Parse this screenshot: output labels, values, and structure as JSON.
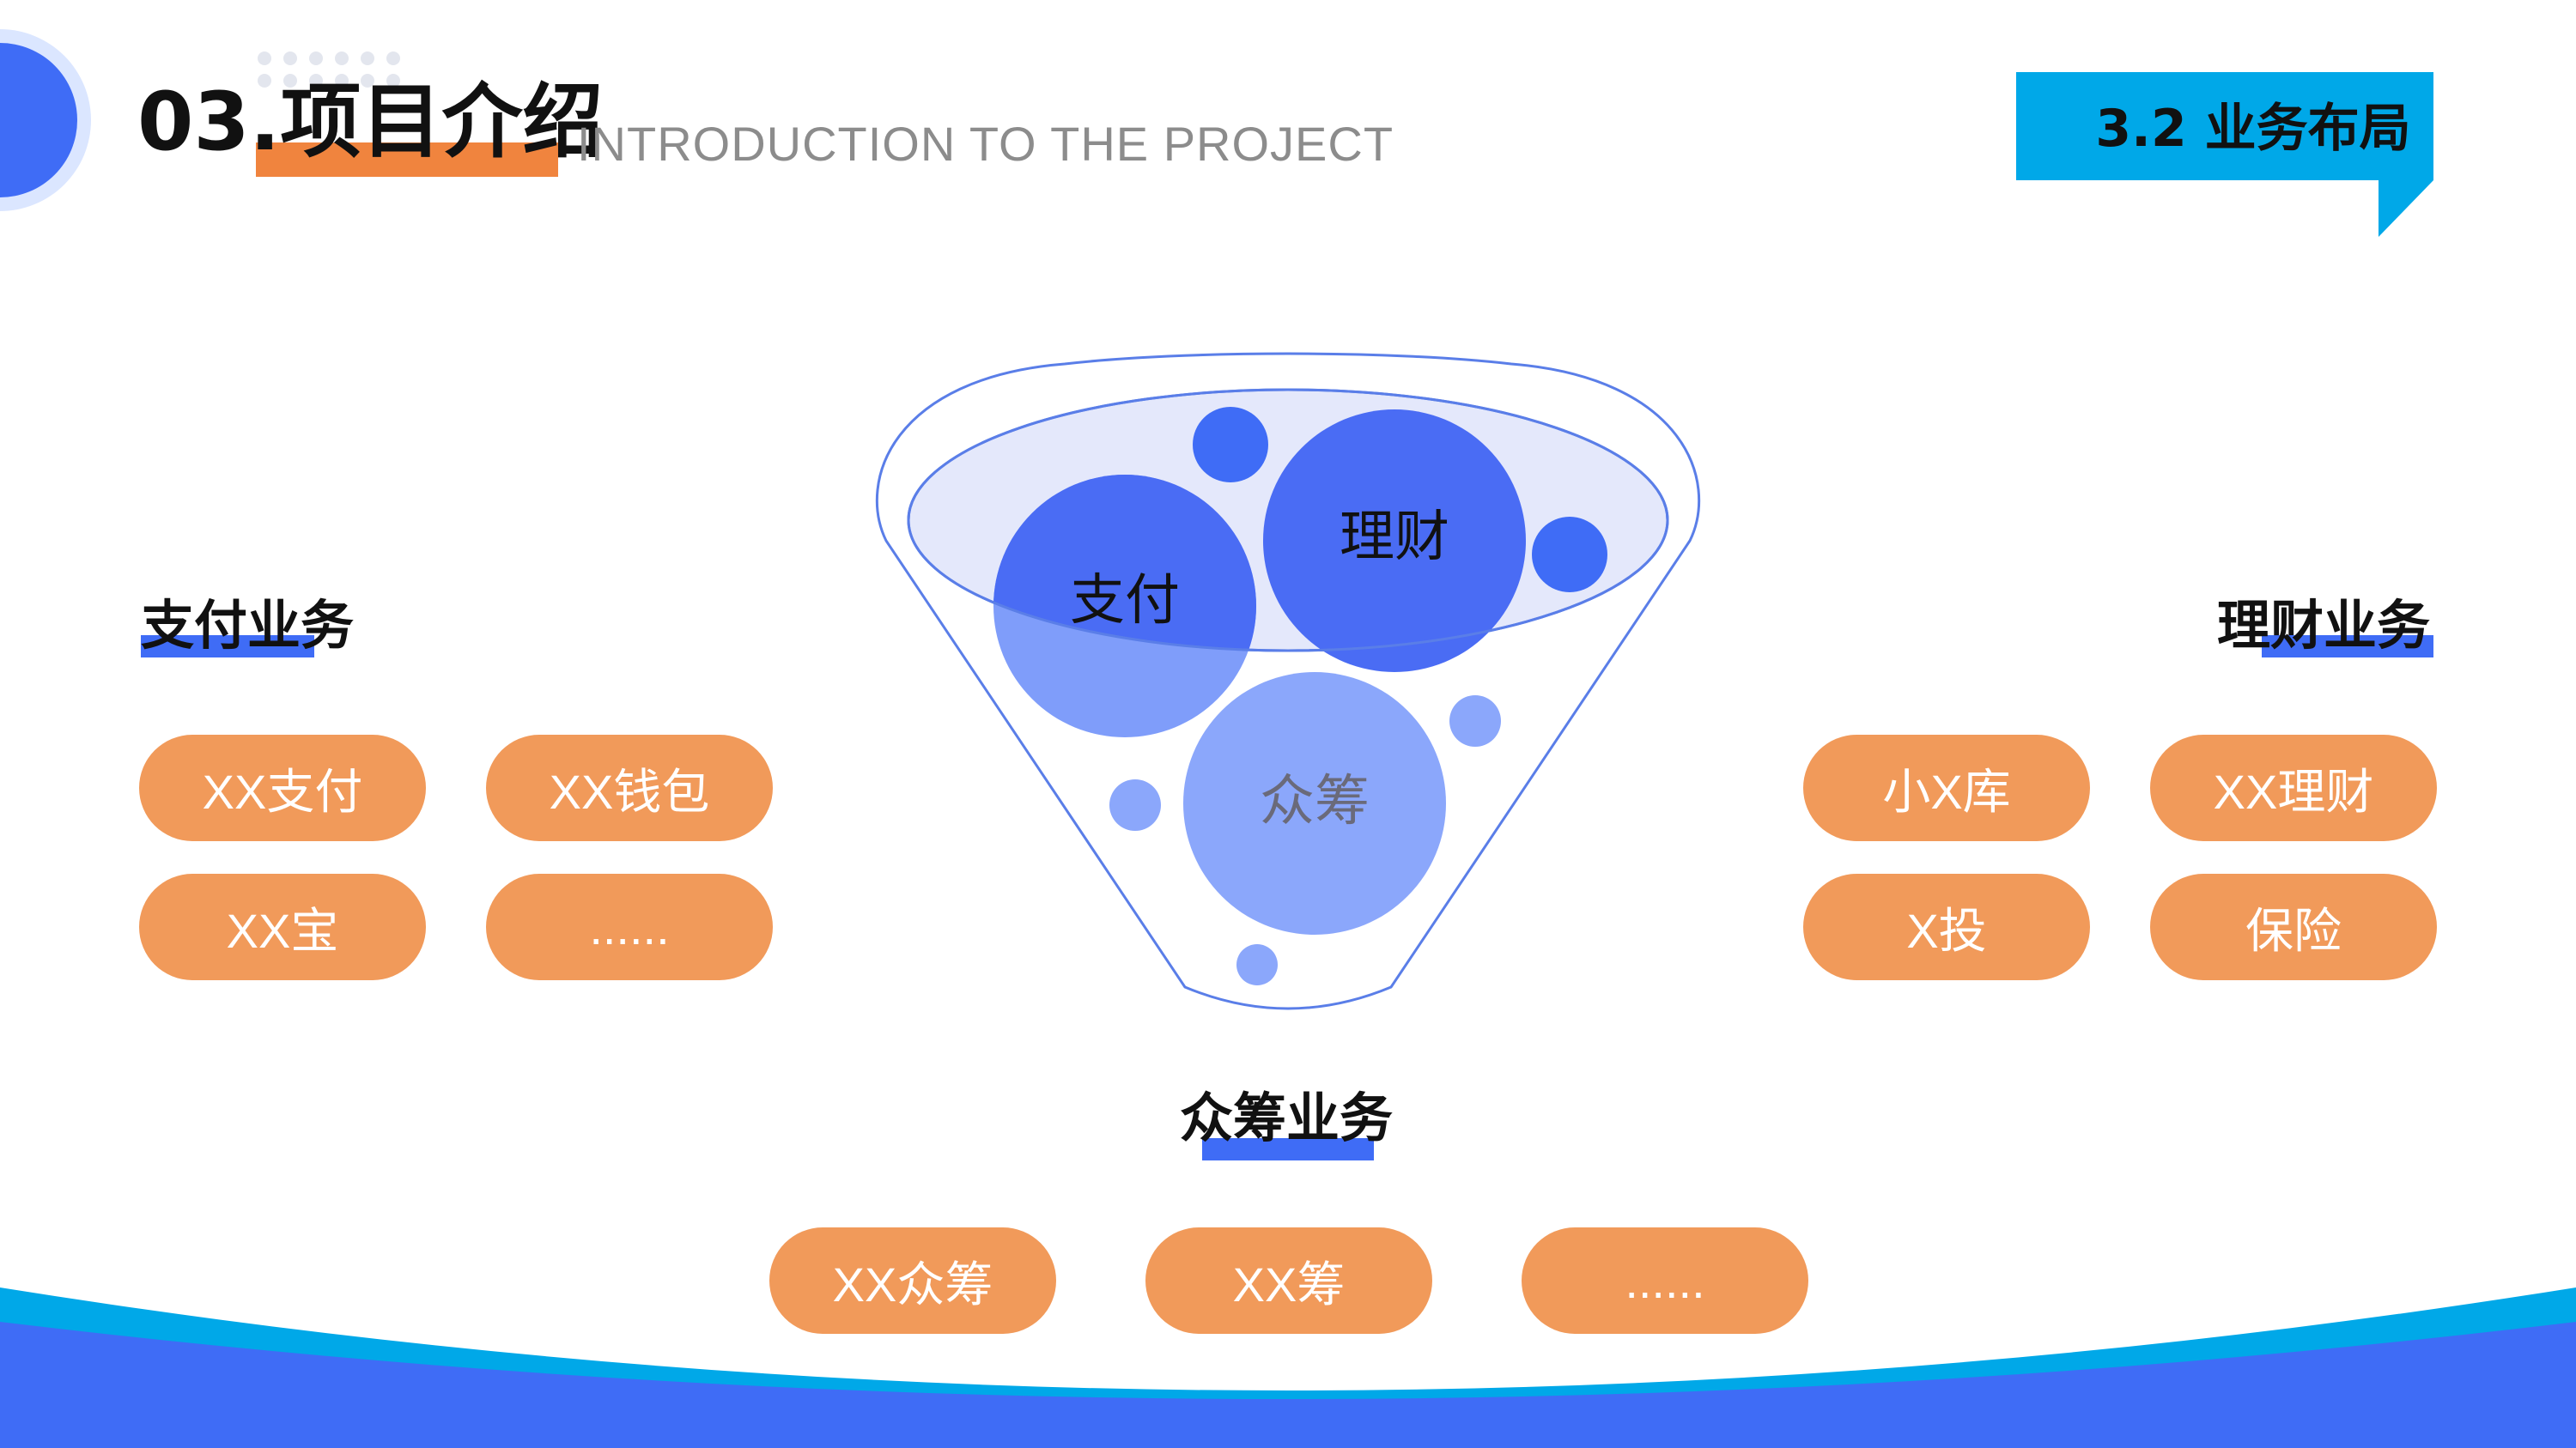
{
  "header": {
    "title": "03.项目介绍",
    "subtitle": "INTRODUCTION TO THE PROJECT",
    "section_label": "3.2 业务布局"
  },
  "funnel": {
    "bubble_labels": {
      "payment": "支付",
      "finance": "理财",
      "crowdfunding": "众筹"
    }
  },
  "categories": {
    "payment": {
      "title": "支付业务",
      "items": [
        "XX支付",
        "XX钱包",
        "XX宝",
        "......"
      ]
    },
    "finance": {
      "title": "理财业务",
      "items": [
        "小X库",
        "XX理财",
        "X投",
        "保险"
      ]
    },
    "crowdfunding": {
      "title": "众筹业务",
      "items": [
        "XX众筹",
        "XX筹",
        "......"
      ]
    }
  },
  "colors": {
    "accent_blue": "#3f6cf6",
    "accent_orange": "#f0843e",
    "pill_orange": "#f19a5a",
    "tag_cyan": "#00a8e8",
    "light_blue": "#8ba7fb"
  }
}
